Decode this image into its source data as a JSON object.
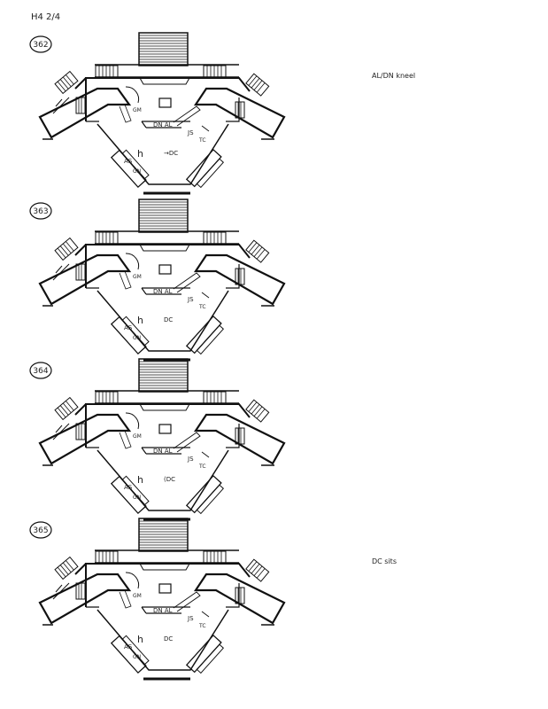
{
  "page_header": "H4 2/4",
  "diagrams": [
    {
      "number": "362",
      "note": "AL/DN kneel",
      "labels": {
        "gm": "GM",
        "dn_al": "DN AL",
        "js": "JS",
        "tc": "TC",
        "h": "h",
        "dc": "→DC",
        "as": "AS",
        "gn": "GN"
      }
    },
    {
      "number": "363",
      "note": "",
      "labels": {
        "gm": "GM",
        "dn_al": "DN AL",
        "js": "JS",
        "tc": "TC",
        "h": "h",
        "dc": "DC",
        "as": "AS",
        "gn": "GN"
      }
    },
    {
      "number": "364",
      "note": "",
      "labels": {
        "gm": "GM",
        "dn_al": "DN AL",
        "js": "JS",
        "tc": "TC",
        "h": "h",
        "dc": "(DC",
        "as": "AS",
        "gn": "GN"
      }
    },
    {
      "number": "365",
      "note": "DC sits",
      "labels": {
        "gm": "GM",
        "dn_al": "DN AL",
        "js": "JS",
        "tc": "TC",
        "h": "h",
        "dc": "DC",
        "as": "AS",
        "gn": "GN"
      }
    }
  ]
}
